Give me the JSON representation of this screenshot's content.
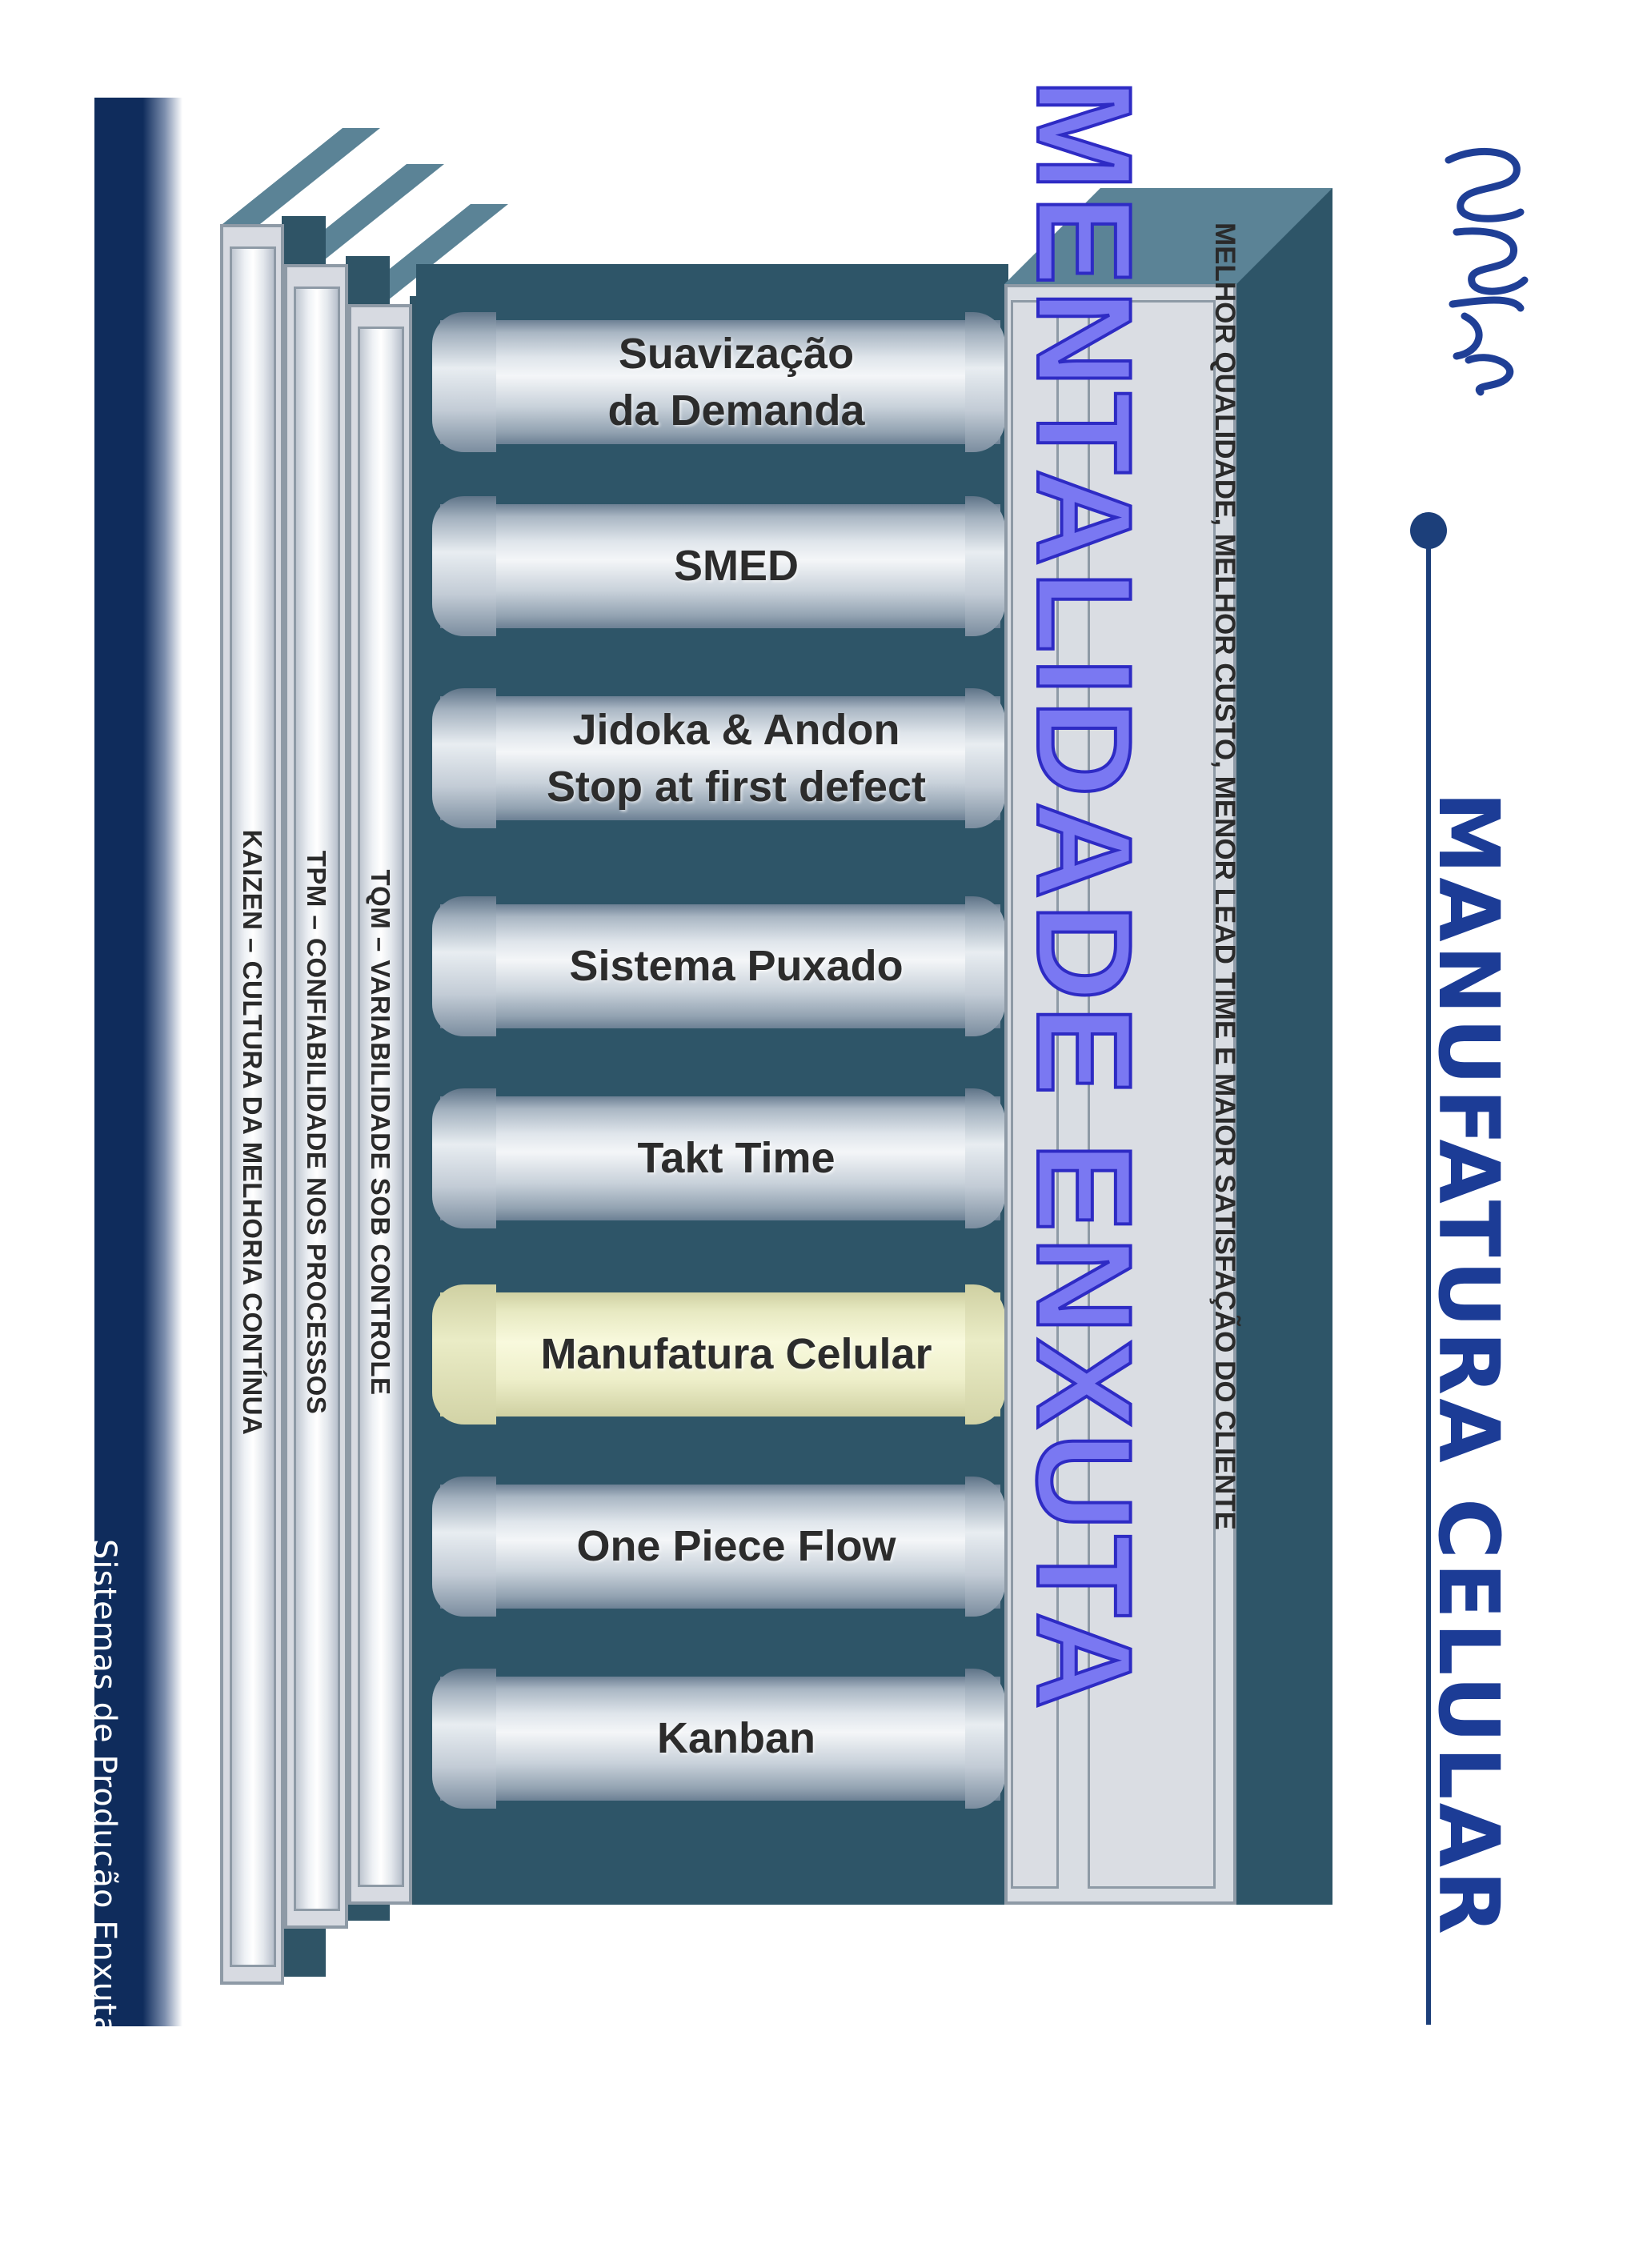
{
  "footer": {
    "text": "Sistemas de Produção Enxuta"
  },
  "foundation": {
    "slabs": [
      {
        "label": "KAIZEN – CULTURA DA MELHORIA CONTÍNUA"
      },
      {
        "label": "TPM – CONFIABILIDADE NOS PROCESSOS"
      },
      {
        "label": "TQM – VARIABILIDADE SOB CONTROLE"
      }
    ]
  },
  "pillars": [
    {
      "label": "Suavização\nda Demanda",
      "highlighted": false
    },
    {
      "label": "SMED",
      "highlighted": false
    },
    {
      "label": "Jidoka & Andon\nStop at first defect",
      "highlighted": false
    },
    {
      "label": "Sistema Puxado",
      "highlighted": false
    },
    {
      "label": "Takt Time",
      "highlighted": false
    },
    {
      "label": "Manufatura Celular",
      "highlighted": true
    },
    {
      "label": "One Piece Flow",
      "highlighted": false
    },
    {
      "label": "Kanban",
      "highlighted": false
    }
  ],
  "roof": {
    "title": "MENTALIDADE ENXUTA",
    "tagline": "MELHOR QUALIDADE, MELHOR CUSTO, MENOR LEAD TIME E MAIOR SATISFAÇÃO DO CLIENTE"
  },
  "page_title": "MANUFATURA CELULAR",
  "colors": {
    "navy": "#0f2c5c",
    "structure_dark": "#2e5568",
    "structure_top": "#5b8396",
    "highlight": "#f8f9dd",
    "title_blue": "#1c3c96",
    "roof_title_fill": "#7a78f2"
  }
}
